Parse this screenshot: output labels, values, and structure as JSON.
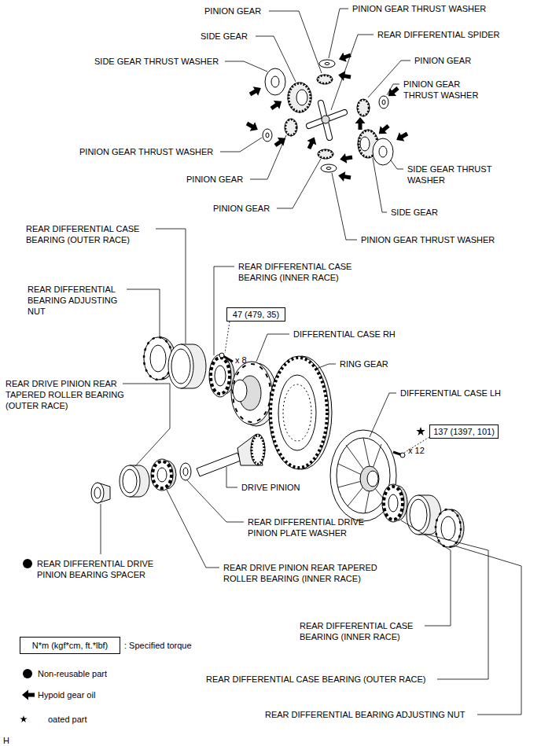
{
  "diagram": {
    "nodes": [
      {
        "text": [
          "47 (479, 35)"
        ]
      },
      {
        "text": [
          "137 (1397, 101)"
        ]
      },
      {
        "text": [
          "N*m (kgf*cm, ft.*lbf)"
        ]
      }
    ],
    "labels": [
      "PINION GEAR",
      "PINION GEAR THRUST WASHER",
      "SIDE GEAR",
      "REAR DIFFERENTIAL SPIDER",
      "SIDE GEAR THRUST WASHER",
      "PINION GEAR",
      "PINION GEAR THRUST WASHER",
      "PINION GEAR THRUST WASHER",
      "SIDE GEAR THRUST WASHER",
      "PINION GEAR",
      "PINION GEAR",
      "SIDE GEAR",
      "REAR DIFFERENTIAL CASE BEARING (OUTER RACE)",
      "PINION GEAR THRUST WASHER",
      "REAR DIFFERENTIAL CASE BEARING (INNER RACE)",
      "REAR DIFFERENTIAL BEARING ADJUSTING NUT",
      "x 8",
      "DIFFERENTIAL CASE RH",
      "RING GEAR",
      "REAR DRIVE PINION REAR TAPERED ROLLER BEARING (OUTER RACE)",
      "DIFFERENTIAL CASE LH",
      "x 12",
      "DRIVE PINION",
      "REAR DIFFERENTIAL DRIVE PINION PLATE WASHER",
      "REAR DIFFERENTIAL DRIVE PINION BEARING SPACER",
      "REAR DRIVE PINION REAR TAPERED ROLLER BEARING (INNER RACE)",
      "REAR DIFFERENTIAL CASE BEARING (INNER RACE)",
      "REAR DIFFERENTIAL CASE BEARING (OUTER RACE)",
      "REAR DIFFERENTIAL BEARING ADJUSTING NUT",
      "H"
    ],
    "legend": [
      {
        "text": ": Specified torque"
      },
      {
        "text": "Non-reusable part"
      },
      {
        "text": "Hypoid gear oil"
      },
      {
        "text": "oated part"
      }
    ]
  }
}
